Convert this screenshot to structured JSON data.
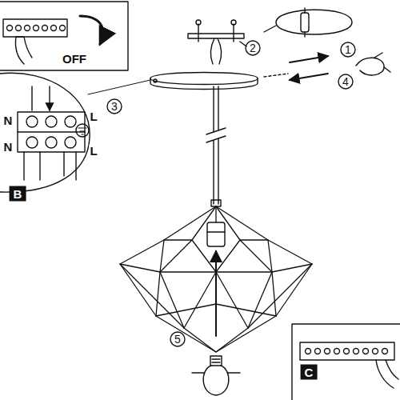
{
  "diagram": {
    "labels": [
      "2",
      "1",
      "OFF",
      "4",
      "3",
      "N",
      "L",
      "N",
      "L",
      "B",
      "5",
      "C"
    ]
  }
}
